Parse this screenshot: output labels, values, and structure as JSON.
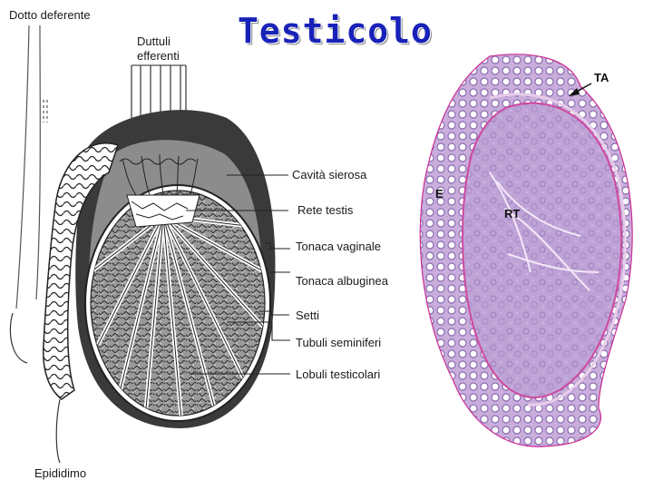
{
  "title": "Testicolo",
  "diagram": {
    "labels": {
      "dotto_deferente": "Dotto deferente",
      "duttuli_efferenti_1": "Duttuli",
      "duttuli_efferenti_2": "efferenti",
      "cavita_sierosa": "Cavità sierosa",
      "rete_testis": "Rete testis",
      "tonaca_vaginale": "Tonaca vaginale",
      "tonaca_albuginea": "Tonaca albuginea",
      "setti": "Setti",
      "tubuli_seminiferi": "Tubuli seminiferi",
      "lobuli_testicolari": "Lobuli testicolari",
      "epididimo": "Epididimo"
    }
  },
  "micrograph": {
    "labels": {
      "ta": "TA",
      "e": "E",
      "rt": "RT"
    },
    "colors": {
      "stain": "#b89ad0",
      "outline": "#cc2f94",
      "background": "#ffffff"
    }
  }
}
